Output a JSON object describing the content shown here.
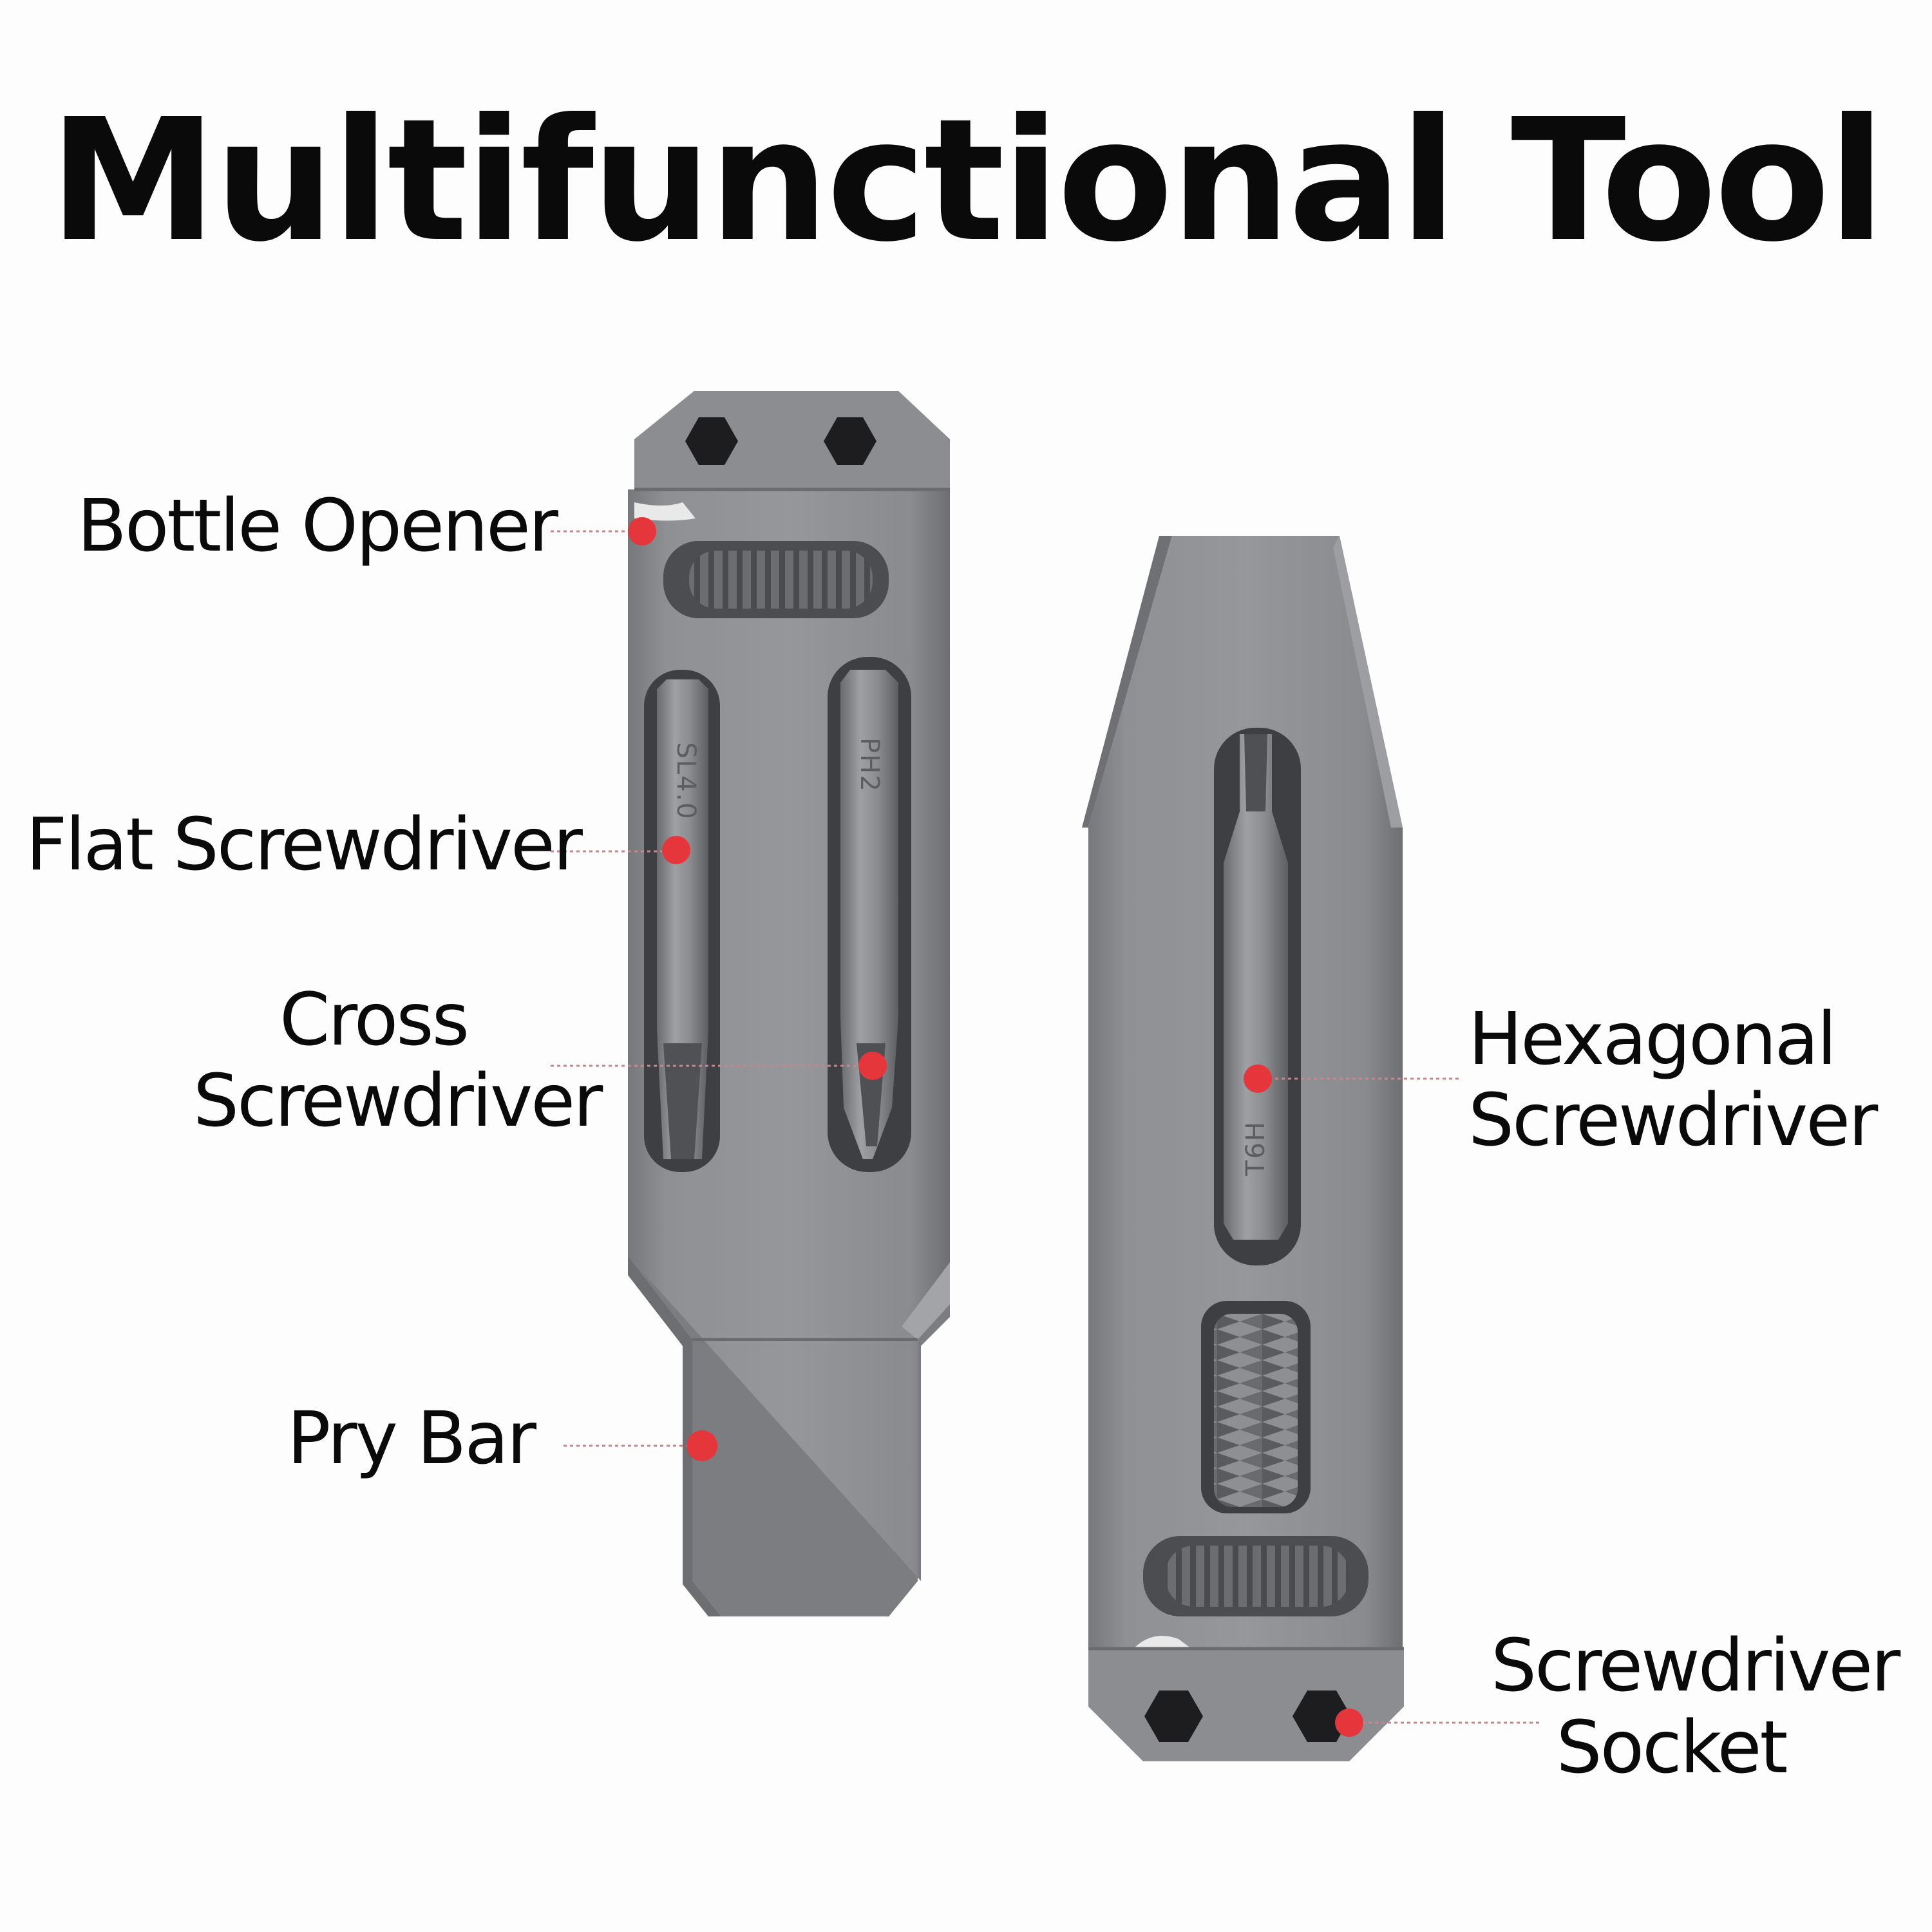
{
  "title": "Multifunctional Tool",
  "labels": {
    "bottle_opener": "Bottle Opener",
    "flat_screwdriver": "Flat Screwdriver",
    "cross_line1": "Cross",
    "cross_line2": "Screwdriver",
    "pry_bar": "Pry Bar",
    "hex_line1": "Hexagonal",
    "hex_line2": "Screwdriver",
    "socket_line1": "Screwdriver",
    "socket_line2": "Socket"
  },
  "bit_markings": {
    "flat": "SL4.0",
    "cross": "PH2",
    "hex": "T6H"
  },
  "colors": {
    "background": "#fdfdfd",
    "text": "#0a0a0a",
    "metal": "#8e8f92",
    "metal_dark": "#5f6063",
    "metal_light": "#a9aaad",
    "marker": "#e5363b"
  }
}
